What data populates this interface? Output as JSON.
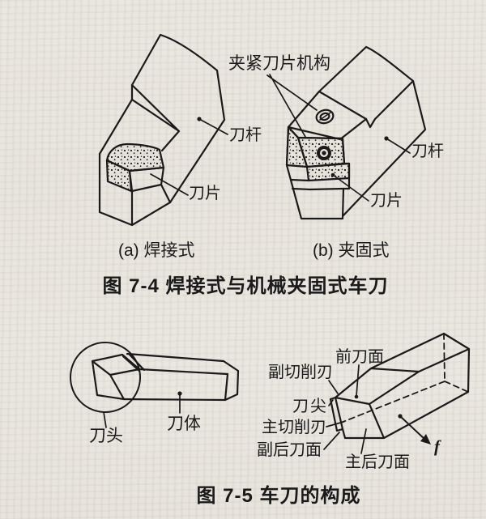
{
  "page": {
    "background_color": "#e9e6e0",
    "ink_color": "#1a1a1a"
  },
  "figure_7_4": {
    "caption": "图 7-4  焊接式与机械夹固式车刀",
    "clamp_mechanism_label": "夹紧刀片机构",
    "welded_tool": {
      "caption": "(a) 焊接式",
      "shank_label": "刀杆",
      "insert_label": "刀片"
    },
    "clamped_tool": {
      "caption": "(b) 夹固式",
      "shank_label": "刀杆",
      "insert_label": "刀片"
    }
  },
  "figure_7_5": {
    "caption": "图 7-5  车刀的构成",
    "head_label": "刀头",
    "body_label": "刀体",
    "face_labels": {
      "rake_face": "前刀面",
      "minor_cutting_edge": "副切削刃",
      "tool_tip": "刀尖",
      "major_cutting_edge": "主切削刃",
      "minor_flank_face": "副后刀面",
      "major_flank_face": "主后刀面",
      "feed_symbol": "f"
    }
  }
}
